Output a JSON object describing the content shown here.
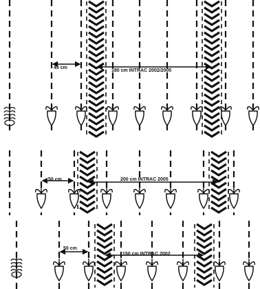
{
  "colors": {
    "ink": "#111111",
    "background": "#ffffff"
  },
  "panels": [
    {
      "spacing_label": "45 cm",
      "track_label": "180 cm INTRAC 2002/2005",
      "spacing_cm": 45,
      "track_width_cm": 180,
      "has_side_plant": true
    },
    {
      "spacing_label": "50 cm",
      "track_label": "200 cm INTRAC 2005",
      "spacing_cm": 50,
      "track_width_cm": 200,
      "has_side_plant": false
    },
    {
      "spacing_label": "50 cm",
      "track_label": "150 cm INTRAC 2002",
      "spacing_cm": 50,
      "track_width_cm": 150,
      "has_side_plant": true
    }
  ],
  "icons": {
    "row_line": "dashed-row-line",
    "plant": "sugar-beet-icon",
    "tyre": "tyre-tread-chevron"
  }
}
